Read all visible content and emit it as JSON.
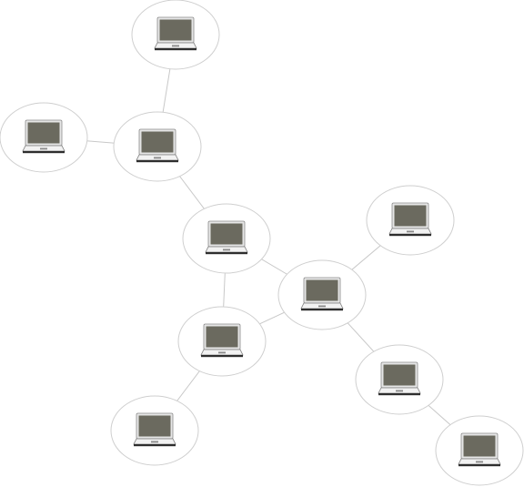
{
  "diagram": {
    "type": "network",
    "node_icon": "laptop-icon",
    "colors": {
      "edge": "#c8c8c8",
      "node_border": "#cfcfcf",
      "screen": "#6b6a5f"
    },
    "nodes": [
      {
        "id": "n1"
      },
      {
        "id": "n2"
      },
      {
        "id": "n3"
      },
      {
        "id": "n4"
      },
      {
        "id": "n5"
      },
      {
        "id": "n6"
      },
      {
        "id": "n7"
      },
      {
        "id": "n8"
      },
      {
        "id": "n9"
      },
      {
        "id": "n10"
      }
    ],
    "edges": [
      [
        "n1",
        "n3"
      ],
      [
        "n2",
        "n3"
      ],
      [
        "n3",
        "n4"
      ],
      [
        "n4",
        "n6"
      ],
      [
        "n4",
        "n7"
      ],
      [
        "n6",
        "n7"
      ],
      [
        "n5",
        "n6"
      ],
      [
        "n6",
        "n9"
      ],
      [
        "n7",
        "n8"
      ],
      [
        "n9",
        "n10"
      ]
    ]
  }
}
